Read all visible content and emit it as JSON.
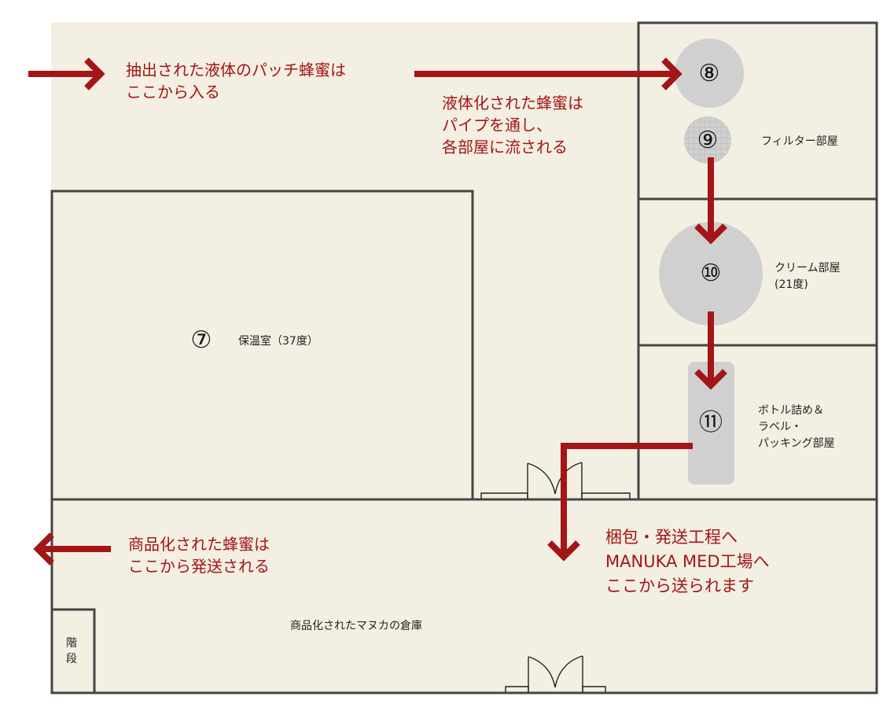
{
  "colors": {
    "floor": "#f3efe2",
    "wall": "#454545",
    "flow": "#a31517",
    "equipment": "#d0d0d0"
  },
  "rooms": {
    "incubation": {
      "label": "保温室（37度）",
      "marker": "⑦"
    },
    "filter": {
      "label": "フィルター部屋",
      "markers": [
        "⑧",
        "⑨"
      ]
    },
    "cream": {
      "label": "クリーム部屋\n(21度)",
      "marker": "⑩"
    },
    "packing": {
      "label": "ボトル詰め＆\nラベル・\nパッキング部屋",
      "marker": "⑪"
    },
    "warehouse": {
      "label": "商品化されたマヌカの倉庫"
    },
    "stairs": {
      "label": "階\n段"
    }
  },
  "annotations": {
    "entry": "抽出された液体のパッチ蜂蜜は\nここから入る",
    "pipes": "液体化された蜂蜜は\nパイプを通し、\n各部屋に流される",
    "shipping_out": "商品化された蜂蜜は\nここから発送される",
    "to_factory": "梱包・発送工程へ\nMANUKA MED工場へ\nここから送られます"
  }
}
